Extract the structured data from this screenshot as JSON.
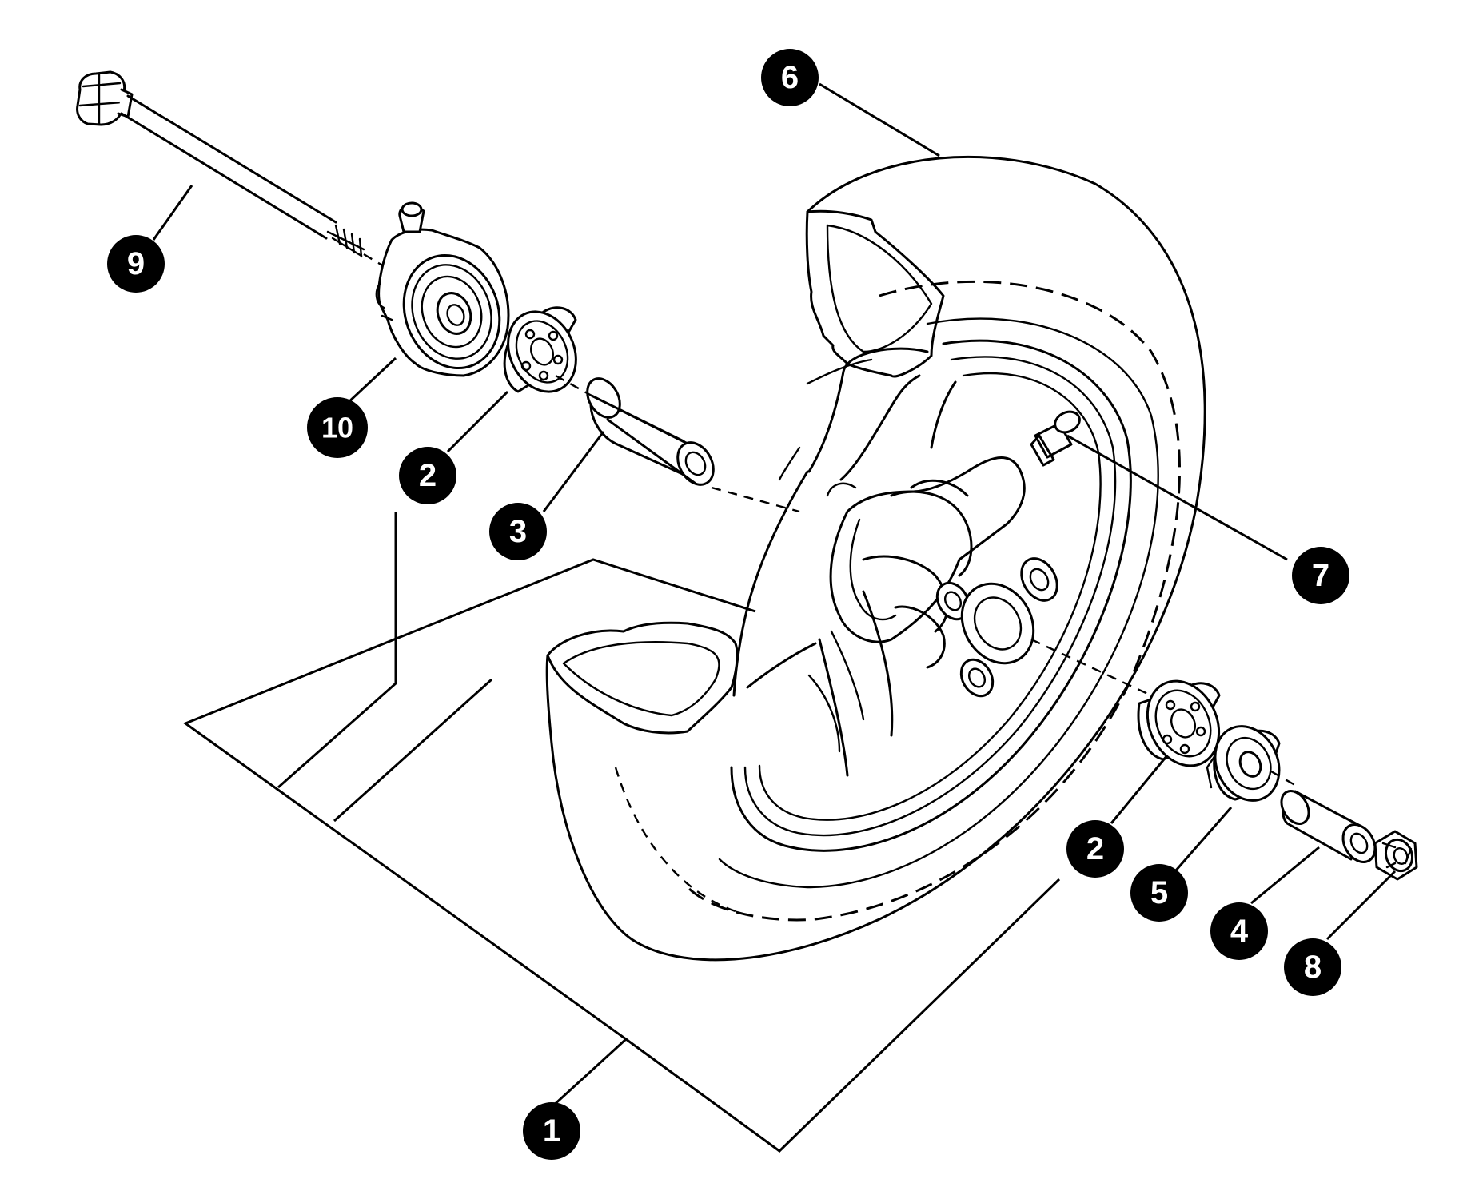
{
  "callouts": {
    "c1": "1",
    "c2a": "2",
    "c2b": "2",
    "c3": "3",
    "c4": "4",
    "c5": "5",
    "c6": "6",
    "c7": "7",
    "c8": "8",
    "c9": "9",
    "c10": "10"
  }
}
